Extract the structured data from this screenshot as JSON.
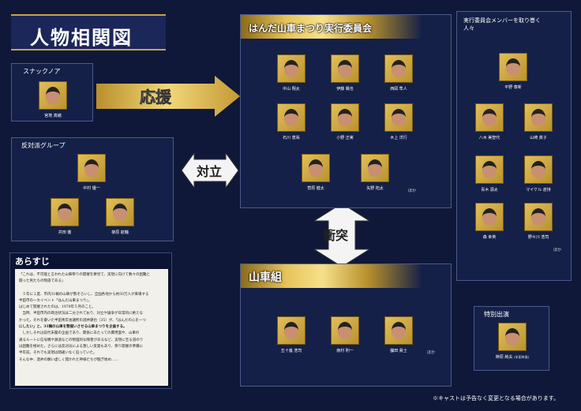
{
  "title": "人物相関図",
  "support_label": "応援",
  "conflict_label": "対立",
  "clash_label": "衝突",
  "snack": {
    "title": "スナックノア",
    "people": [
      {
        "name": "宮地 真緒"
      }
    ]
  },
  "opposition": {
    "title": "反対派グループ",
    "people": [
      {
        "name": "中村 優一"
      },
      {
        "name": "井田 徹"
      },
      {
        "name": "柳原 航輔"
      }
    ]
  },
  "committee": {
    "title": "はんだ山車まつり実行委員会",
    "people": [
      {
        "name": "中山 翔太"
      },
      {
        "name": "伊藤 颯也"
      },
      {
        "name": "西岡 隼人"
      },
      {
        "name": "石川 恵祐"
      },
      {
        "name": "小野 正実"
      },
      {
        "name": "木上 洋行"
      },
      {
        "name": "菅原 健太"
      },
      {
        "name": "矢野 拓太"
      }
    ],
    "hoka": "ほか"
  },
  "members": {
    "title": "実行委員会メンバーを取り巻く人々",
    "people": [
      {
        "name": "平野 泰新"
      },
      {
        "name": "八木 美智代"
      },
      {
        "name": "山崎 真子"
      },
      {
        "name": "青木 源太"
      },
      {
        "name": "マイケル 倉持"
      },
      {
        "name": "森 幸英"
      },
      {
        "name": "野々川 浩司"
      }
    ],
    "hoka": "ほか"
  },
  "dashigumi": {
    "title": "山車組",
    "people": [
      {
        "name": "五十嵐 浩司"
      },
      {
        "name": "南村 則一"
      },
      {
        "name": "舗田 眞士"
      }
    ],
    "hoka": "ほか"
  },
  "special": {
    "title": "特別出演",
    "people": [
      {
        "name": "榊原 純夫"
      }
    ],
    "role": "(半田市長)"
  },
  "synopsis": {
    "title": "あらすじ",
    "lines": [
      "「これは、不可能と言われた山車祭りの開催を夢見て、実現に向けて数々の困難と",
      "闘った男たちの物語である」",
      "",
      "　５年に１度、市内31輌の山車が勢ぞろいし、全国各地から約50万人が来場する",
      "半田市の一大イベント「はんだ山車まつり」。",
      "はじめて開催されたのは、1979年５月のこと。",
      "　当時、半田市内の政治状況は二分されており、対立や論争が日常的に絶えな",
      "かった。それを憂いた半田青年会議所の酒井鍈也（35）が、「はんだの心を一つ",
      "にしたい」と、31輌の山車を勢揃いさせる山車まつりを企画する。",
      "　しかしそれは前代未聞の企画であり、関係にあたっての費用面や、山車の",
      "通るルートに信号機や鉄道などの物理的な障害があるなど、実現に至る道のり",
      "は困難を極めた。さらには反対派による激しい反発もあり、祭り開催の準備に",
      "半年前。それでも実現は間違いなく迫っていた。",
      "そんな中、酒井の願い虚しく開かれた神様たちが騒ぎ始め……"
    ]
  },
  "notice": "※キャストは予告なく変更となる場合があります。"
}
